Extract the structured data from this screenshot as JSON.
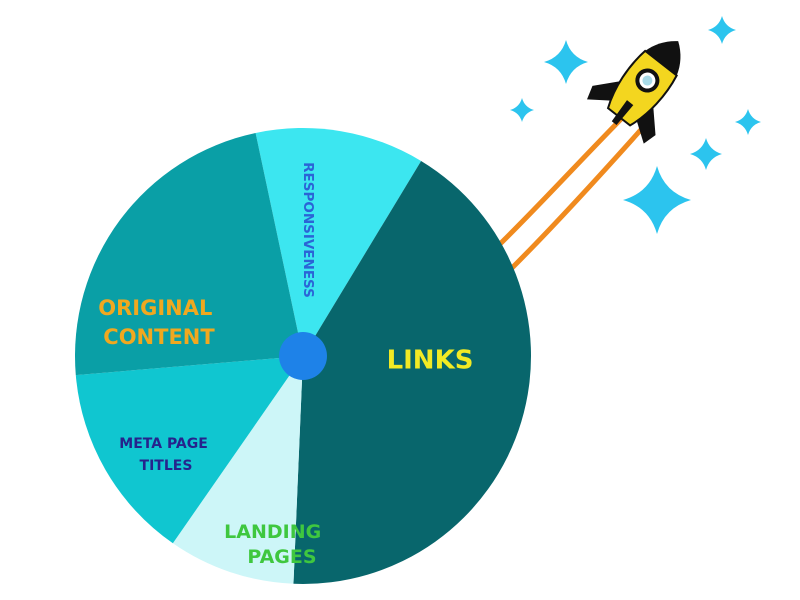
{
  "chart_data": {
    "type": "pie",
    "title": "",
    "slices": [
      {
        "label": "RESPONSIVENESS",
        "value": 12,
        "color": "#3ce6f0",
        "text_color": "#2b64d6"
      },
      {
        "label": "LINKS",
        "value": 42,
        "color": "#08666c",
        "text_color": "#f2ea24"
      },
      {
        "label": "LANDING PAGES",
        "value": 9,
        "color": "#cdf6f8",
        "text_color": "#3fc73f"
      },
      {
        "label": "META PAGE TITLES",
        "value": 14,
        "color": "#10c6d0",
        "text_color": "#26238c"
      },
      {
        "label": "ORIGINAL CONTENT",
        "value": 23,
        "color": "#0a9fa6",
        "text_color": "#f0a81f"
      }
    ],
    "center_color": "#1e82e8"
  },
  "decor": {
    "rocket_body": "#f3d61f",
    "rocket_fins": "#111111",
    "trail": "#f08a1e",
    "stars": "#2cc4ee"
  }
}
